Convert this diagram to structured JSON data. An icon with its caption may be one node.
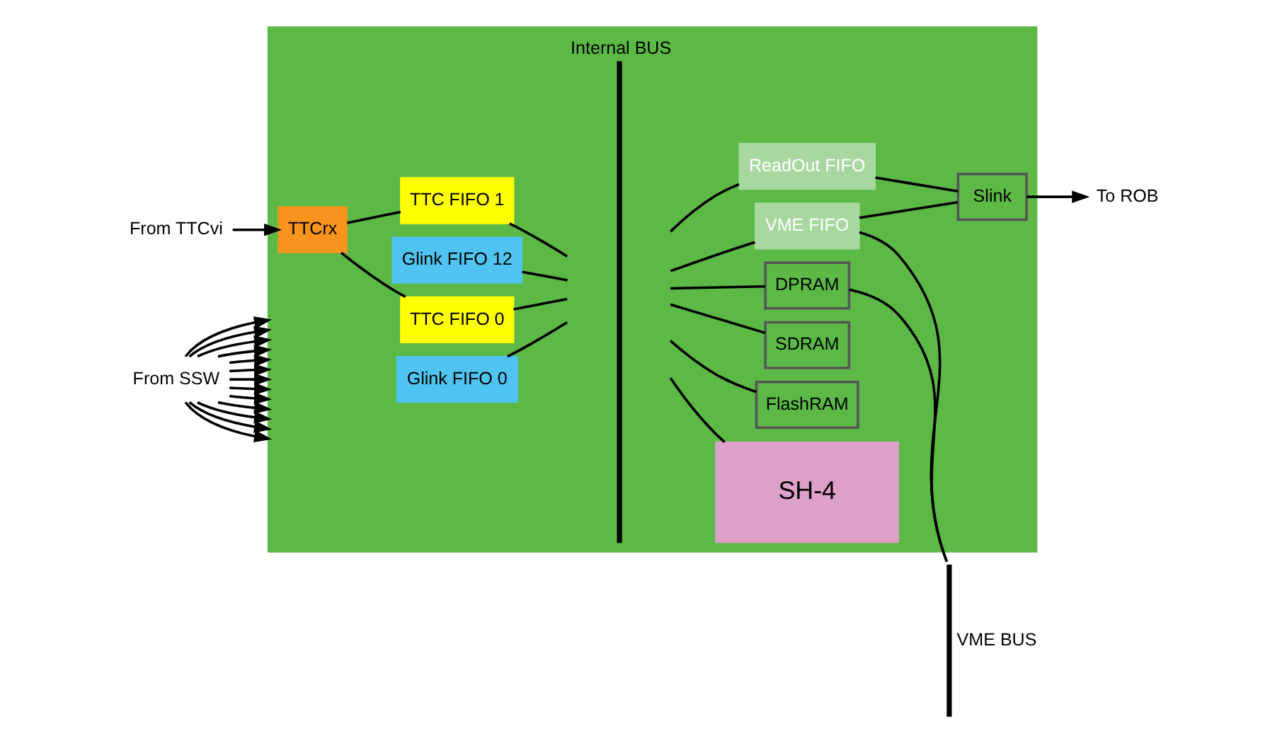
{
  "diagram": {
    "nodes": [
      {
        "text": [],
        "shape": "box"
      },
      {
        "text": [
          "Internal BUS"
        ],
        "in": 0
      },
      {
        "text": [
          "Glink FIFO 0"
        ],
        "in": 0
      },
      {
        "text": [
          "Glink FIFO 12"
        ],
        "in": 0
      },
      {
        "text": [
          "SH-4"
        ],
        "in": 0
      },
      {
        "text": [
          "FlashRAM"
        ],
        "in": 0
      },
      {
        "text": [
          "SDRAM"
        ],
        "in": 0
      },
      {
        "text": [
          "DPRAM"
        ],
        "in": 0
      },
      {
        "text": [
          "VME FIFO"
        ],
        "in": 0
      },
      {
        "text": [
          "ReadOut FIFO"
        ],
        "in": 0
      },
      {
        "text": [
          "Slink"
        ],
        "in": 0
      },
      {
        "text": [
          "TTCrx"
        ],
        "in": 0
      },
      {
        "text": [
          "TTC FIFO 0"
        ],
        "in": 0
      },
      {
        "text": [
          "TTC FIFO 1"
        ],
        "in": 0
      },
      {
        "text": [
          "VME BUS"
        ]
      },
      {
        "text": [
          "From SSW"
        ]
      },
      {
        "text": [
          "From TTCvi"
        ]
      },
      {
        "text": [
          "To ROB"
        ]
      }
    ],
    "edges": [
      {
        "from": 15,
        "to": 0,
        "arrow": "to"
      },
      {
        "from": 15,
        "to": 0,
        "arrow": "to"
      },
      {
        "from": 15,
        "to": 0,
        "arrow": "to"
      },
      {
        "from": 15,
        "to": 0,
        "arrow": "to"
      },
      {
        "from": 15,
        "to": 0,
        "arrow": "to"
      },
      {
        "from": 15,
        "to": 0,
        "arrow": "to"
      },
      {
        "from": 15,
        "to": 0,
        "arrow": "to"
      },
      {
        "from": 15,
        "to": 0,
        "arrow": "to"
      },
      {
        "from": 15,
        "to": 0,
        "arrow": "to"
      },
      {
        "from": 15,
        "to": 0,
        "arrow": "to"
      },
      {
        "from": 15,
        "to": 0,
        "arrow": "to"
      },
      {
        "from": 15,
        "to": 0,
        "arrow": "to"
      },
      {
        "from": 15,
        "to": 0,
        "arrow": "to"
      },
      {
        "from": 16,
        "to": 11,
        "arrow": "to"
      },
      {
        "from": 11,
        "to": 12,
        "arrow": "none"
      },
      {
        "from": 11,
        "to": 13,
        "arrow": "none"
      },
      {
        "from": 2,
        "to": 1,
        "arrow": "none"
      },
      {
        "from": 3,
        "to": 1,
        "arrow": "none"
      },
      {
        "from": 12,
        "to": 1,
        "arrow": "none"
      },
      {
        "from": 13,
        "to": 1,
        "arrow": "none"
      },
      {
        "from": 1,
        "to": 4,
        "arrow": "none"
      },
      {
        "from": 1,
        "to": 5,
        "arrow": "none"
      },
      {
        "from": 1,
        "to": 6,
        "arrow": "none"
      },
      {
        "from": 1,
        "to": 7,
        "arrow": "none"
      },
      {
        "from": 1,
        "to": 8,
        "arrow": "none"
      },
      {
        "from": 1,
        "to": 9,
        "arrow": "none"
      },
      {
        "from": 7,
        "to": 14,
        "arrow": "none"
      },
      {
        "from": 8,
        "to": 14,
        "arrow": "none"
      },
      {
        "from": 8,
        "to": 10,
        "arrow": "none"
      },
      {
        "from": 9,
        "to": 10,
        "arrow": "none"
      },
      {
        "from": 10,
        "to": 17,
        "arrow": "to"
      }
    ]
  }
}
